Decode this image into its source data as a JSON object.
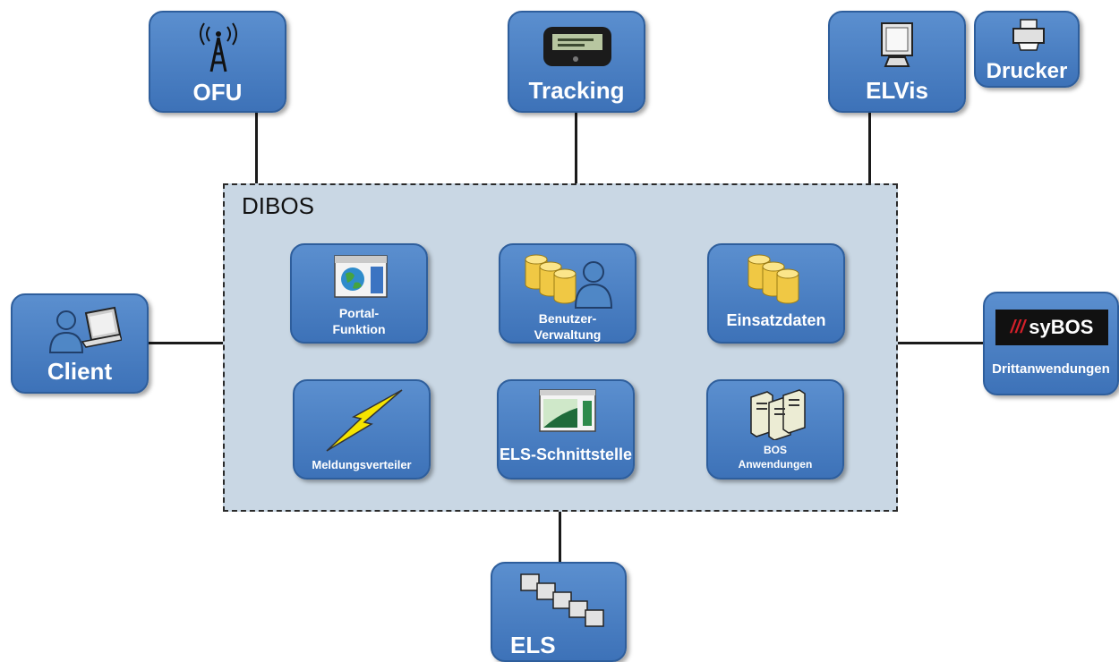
{
  "dibos": {
    "title": "DIBOS"
  },
  "external": {
    "ofu": "OFU",
    "tracking": "Tracking",
    "elvis": "ELVis",
    "drucker": "Drucker",
    "client": "Client",
    "sybos": {
      "logo_text": "syBOS",
      "label": "Drittanwendungen"
    },
    "els": "ELS"
  },
  "internal": {
    "portal": [
      "Portal-",
      "Funktion"
    ],
    "benutzer": [
      "Benutzer-",
      "Verwaltung"
    ],
    "einsatzdaten": "Einsatzdaten",
    "meldungsverteiler": "Meldungsverteiler",
    "els_schnittstelle": "ELS-Schnittstelle",
    "bos": [
      "BOS",
      "Anwendungen"
    ]
  }
}
